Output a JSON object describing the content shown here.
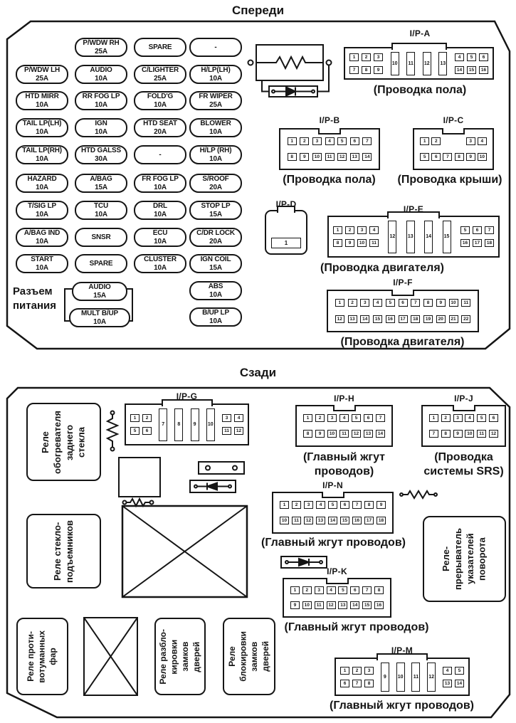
{
  "titles": {
    "front": "Спереди",
    "rear": "Сзади"
  },
  "front": {
    "power_label": "Разъем питания",
    "fuse_rows": [
      [
        null,
        {
          "label": "P/WDW RH",
          "amp": "25A"
        },
        {
          "label": "SPARE"
        },
        {
          "label": "-"
        }
      ],
      [
        {
          "label": "P/WDW LH",
          "amp": "25A"
        },
        {
          "label": "AUDIO",
          "amp": "10A"
        },
        {
          "label": "C/LIGHTER",
          "amp": "25A"
        },
        {
          "label": "H/LP(LH)",
          "amp": "10A"
        }
      ],
      [
        {
          "label": "HTD MIRR",
          "amp": "10A"
        },
        {
          "label": "RR FOG LP",
          "amp": "10A"
        },
        {
          "label": "FOLD'G",
          "amp": "10A"
        },
        {
          "label": "FR WIPER",
          "amp": "25A"
        }
      ],
      [
        {
          "label": "TAIL LP(LH)",
          "amp": "10A"
        },
        {
          "label": "IGN",
          "amp": "10A"
        },
        {
          "label": "HTD SEAT",
          "amp": "20A"
        },
        {
          "label": "BLOWER",
          "amp": "10A"
        }
      ],
      [
        {
          "label": "TAIL LP(RH)",
          "amp": "10A"
        },
        {
          "label": "HTD GALSS",
          "amp": "30A"
        },
        {
          "label": "-"
        },
        {
          "label": "H/LP (RH)",
          "amp": "10A"
        }
      ],
      [
        {
          "label": "HAZARD",
          "amp": "10A"
        },
        {
          "label": "A/BAG",
          "amp": "15A"
        },
        {
          "label": "FR FOG LP",
          "amp": "10A"
        },
        {
          "label": "S/ROOF",
          "amp": "20A"
        }
      ],
      [
        {
          "label": "T/SIG LP",
          "amp": "10A"
        },
        {
          "label": "TCU",
          "amp": "10A"
        },
        {
          "label": "DRL",
          "amp": "10A"
        },
        {
          "label": "STOP LP",
          "amp": "15A"
        }
      ],
      [
        {
          "label": "A/BAG IND",
          "amp": "10A"
        },
        {
          "label": "SNSR"
        },
        {
          "label": "ECU",
          "amp": "10A"
        },
        {
          "label": "C/DR LOCK",
          "amp": "20A"
        }
      ],
      [
        {
          "label": "START",
          "amp": "10A"
        },
        {
          "label": "SPARE"
        },
        {
          "label": "CLUSTER",
          "amp": "10A"
        },
        {
          "label": "IGN COIL",
          "amp": "15A"
        }
      ]
    ],
    "power_fuses": [
      {
        "label": "AUDIO",
        "amp": "15A"
      },
      {
        "label": "MULT B/UP",
        "amp": "10A"
      }
    ],
    "right_fuses": [
      {
        "label": "ABS",
        "amp": "10A"
      },
      {
        "label": "B/UP LP",
        "amp": "10A"
      }
    ]
  },
  "connectors": {
    "ipa": {
      "id": "I/P-A",
      "caption": [
        "(Проводка пола)"
      ],
      "left_top": [
        "1",
        "2",
        "3"
      ],
      "left_bottom": [
        "7",
        "8",
        "9"
      ],
      "slots": [
        "10",
        "11",
        "12",
        "13"
      ],
      "right_top": [
        "4",
        "5",
        "6"
      ],
      "right_bottom": [
        "14",
        "15",
        "16"
      ]
    },
    "ipb": {
      "id": "I/P-B",
      "caption": [
        "(Проводка пола)"
      ],
      "top": [
        "1",
        "2",
        "3",
        "4",
        "5",
        "6",
        "7"
      ],
      "bottom": [
        "8",
        "9",
        "10",
        "11",
        "12",
        "13",
        "14"
      ]
    },
    "ipc": {
      "id": "I/P-C",
      "caption": [
        "(Проводка крыши)"
      ],
      "top": [
        "1",
        "2",
        "",
        "",
        "3",
        "4"
      ],
      "bottom": [
        "5",
        "6",
        "7",
        "8",
        "9",
        "10"
      ]
    },
    "ipd": {
      "id": "I/P-D",
      "pins": [
        "1"
      ]
    },
    "ipe": {
      "id": "I/P-E",
      "caption": [
        "(Проводка двигателя)"
      ],
      "left_top": [
        "1",
        "2",
        "3",
        "4"
      ],
      "left_bottom": [
        "8",
        "9",
        "10",
        "11"
      ],
      "slots": [
        "12",
        "13",
        "14",
        "15"
      ],
      "right_top": [
        "5",
        "6",
        "7"
      ],
      "right_bottom": [
        "16",
        "17",
        "18"
      ]
    },
    "ipf": {
      "id": "I/P-F",
      "caption": [
        "(Проводка двигателя)"
      ],
      "top": [
        "1",
        "2",
        "3",
        "4",
        "5",
        "6",
        "7",
        "8",
        "9",
        "10",
        "11"
      ],
      "bottom": [
        "12",
        "13",
        "14",
        "15",
        "16",
        "17",
        "18",
        "19",
        "20",
        "21",
        "22"
      ]
    },
    "ipg": {
      "id": "I/P-G",
      "left_top": [
        "1",
        "2"
      ],
      "left_bottom": [
        "5",
        "6"
      ],
      "slots": [
        "7",
        "8",
        "9",
        "10"
      ],
      "right_top": [
        "3",
        "4"
      ],
      "right_bottom": [
        "11",
        "12"
      ]
    },
    "iph": {
      "id": "I/P-H",
      "caption": [
        "(Главный жгут",
        "проводов)"
      ],
      "top": [
        "1",
        "2",
        "3",
        "4",
        "5",
        "6",
        "7"
      ],
      "bottom": [
        "8",
        "9",
        "10",
        "11",
        "12",
        "13",
        "14"
      ]
    },
    "ipj": {
      "id": "I/P-J",
      "caption": [
        "(Проводка",
        "системы SRS)"
      ],
      "top": [
        "1",
        "2",
        "3",
        "4",
        "5",
        "6"
      ],
      "bottom": [
        "7",
        "8",
        "9",
        "10",
        "11",
        "12"
      ]
    },
    "ipn": {
      "id": "I/P-N",
      "caption": [
        "(Главный жгут проводов)"
      ],
      "top": [
        "1",
        "2",
        "3",
        "4",
        "5",
        "6",
        "7",
        "8",
        "9"
      ],
      "bottom": [
        "10",
        "11",
        "12",
        "13",
        "14",
        "15",
        "16",
        "17",
        "18"
      ]
    },
    "ipk": {
      "id": "I/P-K",
      "caption": [
        "(Главный жгут проводов)"
      ],
      "top": [
        "1",
        "2",
        "3",
        "4",
        "5",
        "6",
        "7",
        "8"
      ],
      "bottom": [
        "9",
        "10",
        "11",
        "12",
        "13",
        "14",
        "15",
        "16"
      ]
    },
    "ipm": {
      "id": "I/P-M",
      "caption": [
        "(Главный жгут проводов)"
      ],
      "left_top": [
        "1",
        "2",
        "3"
      ],
      "left_bottom": [
        "6",
        "7",
        "8"
      ],
      "slots": [
        "9",
        "10",
        "11",
        "12"
      ],
      "right_top": [
        "4",
        "5"
      ],
      "right_bottom": [
        "13",
        "14"
      ]
    }
  },
  "relays": {
    "defogger": [
      "Реле",
      "обогревателя",
      "заднего",
      "стекла"
    ],
    "windows": [
      "Реле стекло-",
      "подъемников"
    ],
    "foglamp": [
      "Реле проти-",
      "вотуманных",
      "фар"
    ],
    "unlock": [
      "Реле разбло-",
      "кировки",
      "замков",
      "дверей"
    ],
    "lock": [
      "Реле",
      "блокировки",
      "замков",
      "дверей"
    ],
    "flasher": [
      "Реле-",
      "прерыватель",
      "указателей",
      "поворота"
    ]
  }
}
